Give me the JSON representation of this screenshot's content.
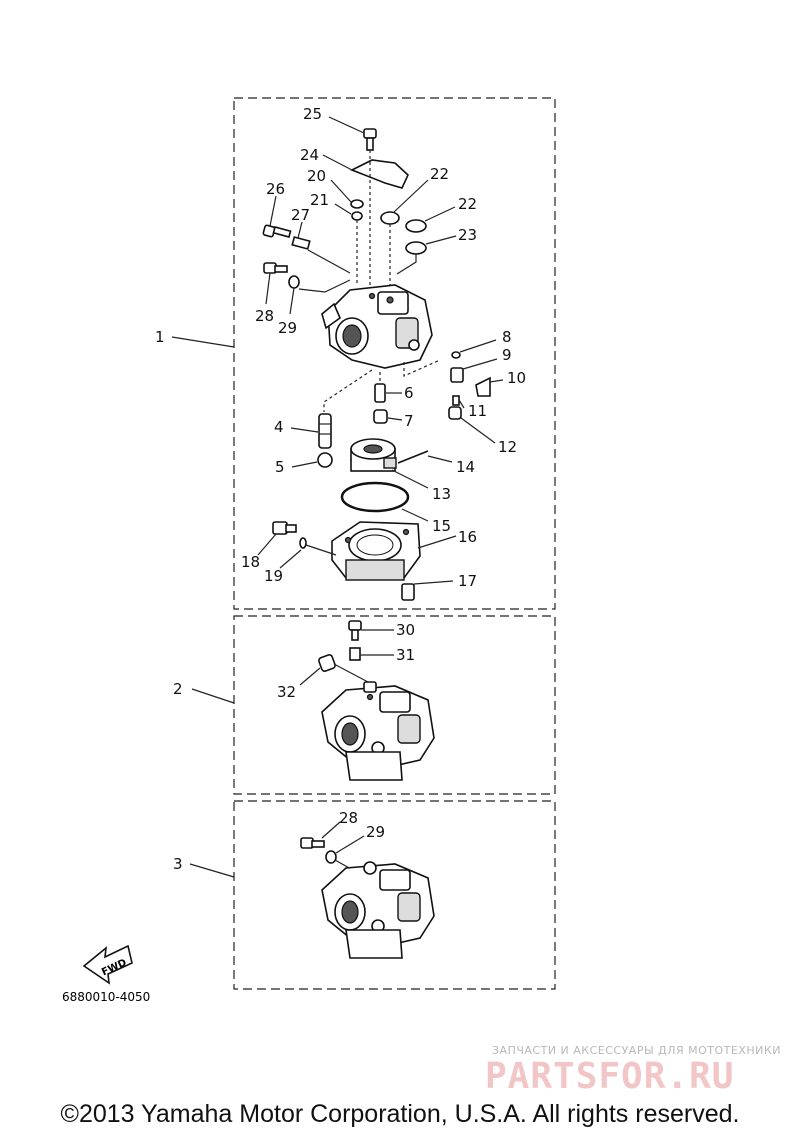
{
  "diagram": {
    "assembly_labels": {
      "a1": "1",
      "a2": "2",
      "a3": "3"
    },
    "part_labels": {
      "p4": "4",
      "p5": "5",
      "p6": "6",
      "p7": "7",
      "p8": "8",
      "p9": "9",
      "p10": "10",
      "p11": "11",
      "p12": "12",
      "p13": "13",
      "p14": "14",
      "p15": "15",
      "p16": "16",
      "p17": "17",
      "p18": "18",
      "p19": "19",
      "p20": "20",
      "p21": "21",
      "p22a": "22",
      "p22b": "22",
      "p23": "23",
      "p24": "24",
      "p25": "25",
      "p26": "26",
      "p27": "27",
      "p28a": "28",
      "p29a": "29",
      "p30": "30",
      "p31": "31",
      "p32": "32",
      "p28b": "28",
      "p29b": "29"
    },
    "fwd_label": "FWD",
    "diagram_code": "6880010-4050"
  },
  "footer": {
    "copyright": "©2013 Yamaha Motor Corporation, U.S.A. All rights reserved."
  },
  "watermark": {
    "tagline": "ЗАПЧАСТИ И АКСЕССУАРЫ ДЛЯ МОТОТЕХНИКИ",
    "logo": "PARTSFOR.RU"
  }
}
